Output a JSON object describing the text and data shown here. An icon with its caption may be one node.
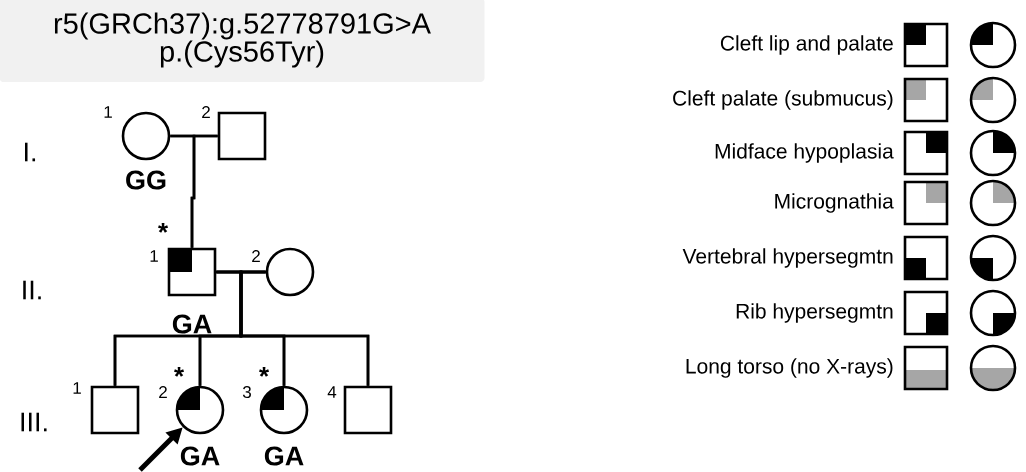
{
  "diagram": {
    "title": "r5(GRCh37):g.52778791G>A p.(Cys56Tyr)",
    "nodes": [
      {
        "text": [],
        "shape": "circle",
        "beside": [
          "1",
          "GG"
        ]
      },
      {
        "text": [],
        "shape": "box",
        "beside": [
          "2"
        ]
      },
      {
        "text": [],
        "shape": "box",
        "beside": [
          "*",
          "1",
          "GA"
        ]
      },
      {
        "text": [],
        "shape": "circle",
        "beside": [
          "2"
        ]
      },
      {
        "text": [],
        "shape": "box",
        "beside": [
          "1"
        ]
      },
      {
        "text": [],
        "shape": "circle",
        "beside": [
          "2",
          "*",
          "GA"
        ]
      },
      {
        "text": [],
        "shape": "circle",
        "beside": [
          "3",
          "*",
          "GA"
        ]
      },
      {
        "text": [],
        "shape": "box",
        "beside": [
          "4"
        ]
      }
    ],
    "edges": [
      {
        "from": 0,
        "to": 1,
        "arrow": "none"
      },
      {
        "from": 0,
        "to": 2,
        "arrow": "none"
      },
      {
        "from": 1,
        "to": 2,
        "arrow": "none"
      },
      {
        "from": 2,
        "to": 3,
        "arrow": "none"
      },
      {
        "from": 2,
        "to": 4,
        "arrow": "none"
      },
      {
        "from": 3,
        "to": 4,
        "arrow": "none"
      },
      {
        "from": 2,
        "to": 5,
        "arrow": "none"
      },
      {
        "from": 3,
        "to": 5,
        "arrow": "none"
      },
      {
        "from": 2,
        "to": 6,
        "arrow": "none"
      },
      {
        "from": 3,
        "to": 6,
        "arrow": "none"
      },
      {
        "from": 2,
        "to": 7,
        "arrow": "none"
      },
      {
        "from": 3,
        "to": 7,
        "arrow": "none"
      },
      {
        "from": null,
        "to": 5,
        "arrow": "to",
        "style": "thick"
      }
    ],
    "labels": [
      "I.",
      "II.",
      "III."
    ],
    "legend": [
      {
        "text": "Cleft lip and palate"
      },
      {
        "text": "Cleft palate (submucus)"
      },
      {
        "text": "Midface hypoplasia"
      },
      {
        "text": "Micrognathia"
      },
      {
        "text": "Vertebral hypersegmtn"
      },
      {
        "text": "Rib hypersegmtn"
      },
      {
        "text": "Long torso (no X-rays)"
      }
    ]
  }
}
